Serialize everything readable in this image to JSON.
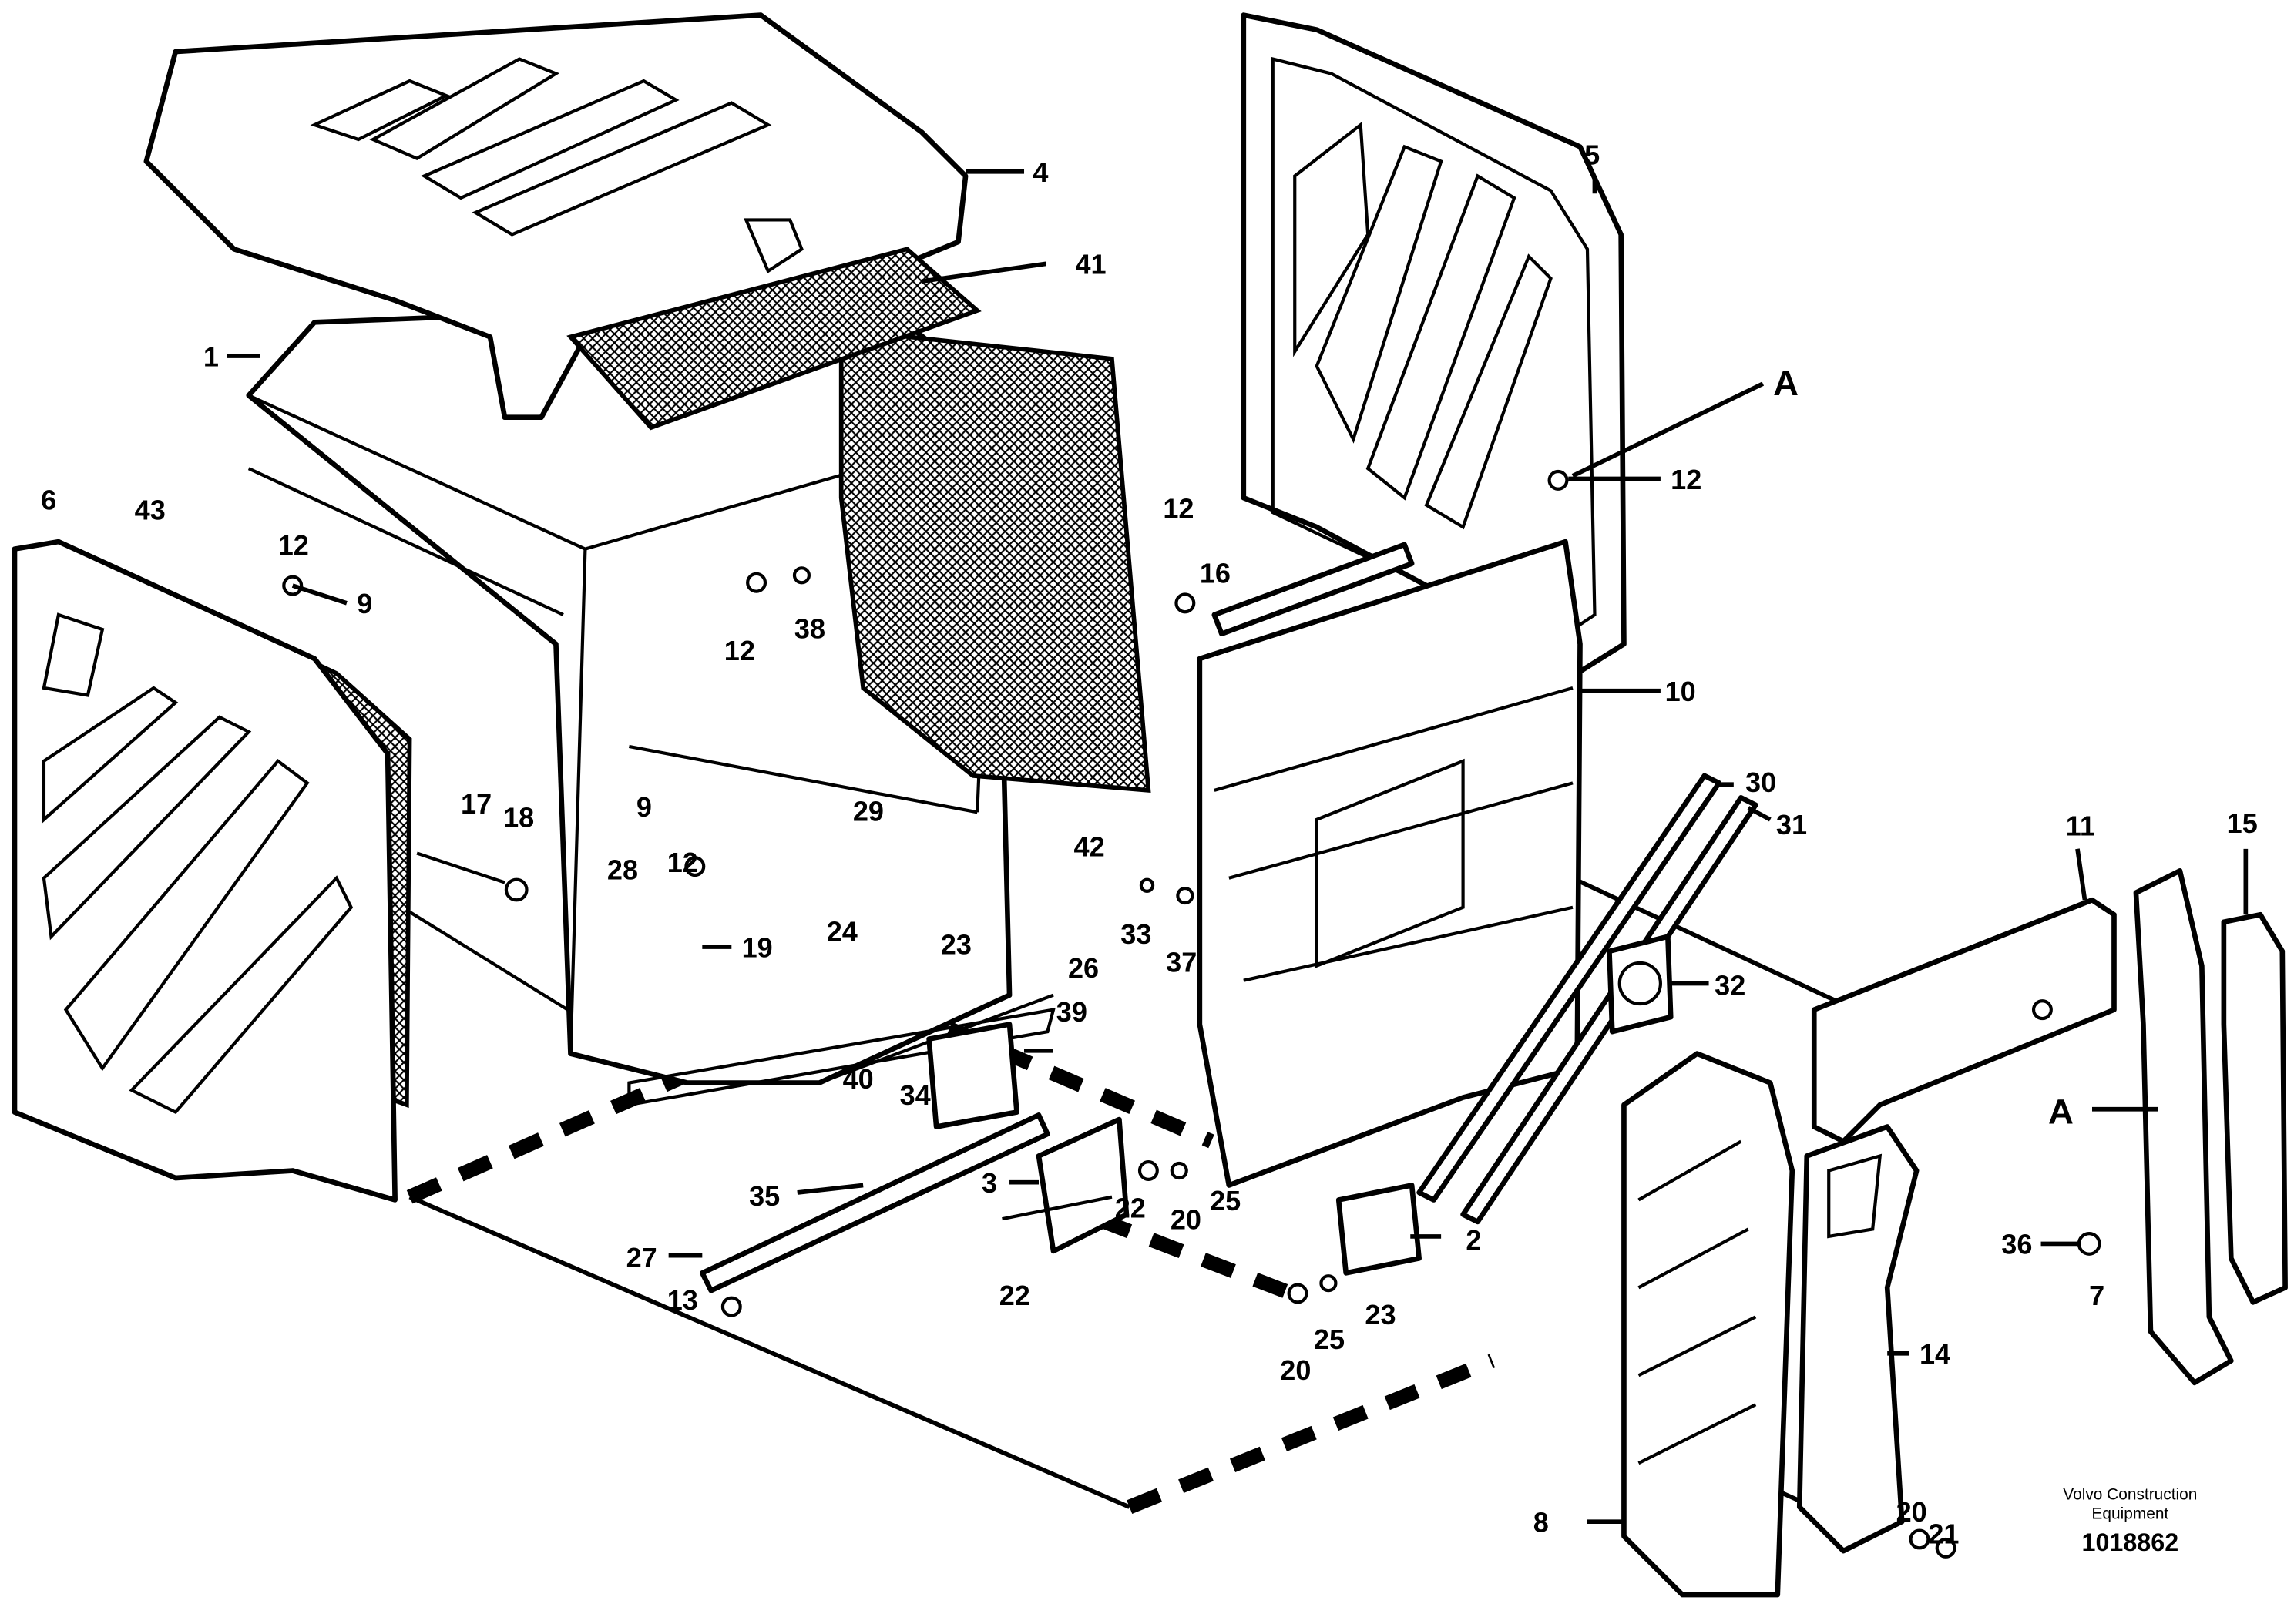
{
  "diagram": {
    "labels": [
      "1",
      "2",
      "3",
      "4",
      "5",
      "6",
      "7",
      "8",
      "9",
      "9",
      "10",
      "11",
      "12",
      "12",
      "12",
      "12",
      "12",
      "13",
      "14",
      "15",
      "16",
      "17",
      "18",
      "19",
      "20",
      "20",
      "20",
      "21",
      "22",
      "22",
      "22",
      "23",
      "23",
      "24",
      "25",
      "25",
      "26",
      "27",
      "28",
      "29",
      "30",
      "31",
      "32",
      "33",
      "34",
      "35",
      "36",
      "37",
      "38",
      "39",
      "40",
      "41",
      "42",
      "43"
    ],
    "callouts": [
      "A",
      "A"
    ],
    "brand": {
      "line1": "Volvo Construction",
      "line2": "Equipment"
    },
    "doc_number": "1018862"
  }
}
